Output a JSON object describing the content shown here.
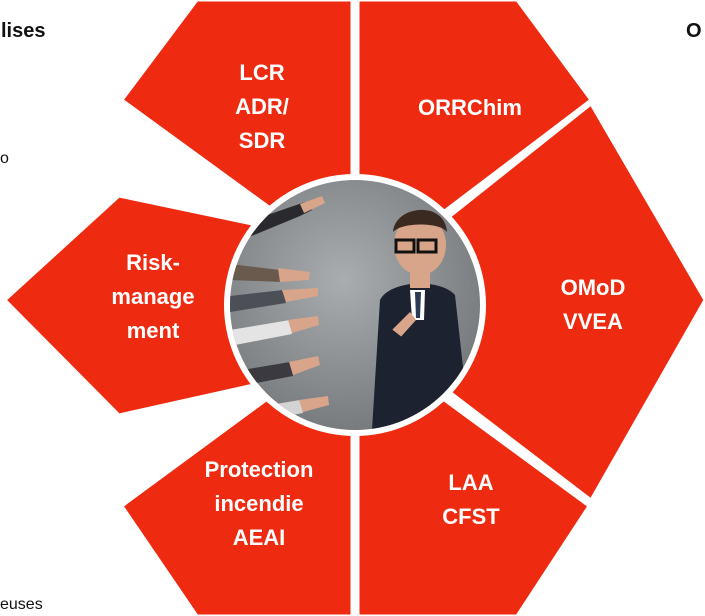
{
  "edge_texts": {
    "top_left": "lises",
    "small_left": "o",
    "top_right": "O",
    "bottom_left": "euses"
  },
  "colors": {
    "segment_fill": "#ee2a10",
    "segment_stroke": "#ffffff",
    "center_ring": "#ffffff",
    "photo_background": "#8e9294",
    "suit": "#1d2230",
    "skin": "#d9a58a"
  },
  "center_image": {
    "description_icon": "man-pointing-at-himself-with-pointing-hands-photo"
  },
  "segments": [
    {
      "id": "top-left",
      "lines": [
        "LCR",
        "ADR/",
        "SDR"
      ]
    },
    {
      "id": "top-right",
      "lines": [
        "ORRChim"
      ]
    },
    {
      "id": "right",
      "lines": [
        "OMoD",
        "VVEA"
      ]
    },
    {
      "id": "bottom-right",
      "lines": [
        "LAA",
        "CFST"
      ]
    },
    {
      "id": "bottom-left",
      "lines": [
        "Protection",
        "incendie",
        "AEAI"
      ]
    },
    {
      "id": "left",
      "lines": [
        "Risk-",
        "manage",
        "ment"
      ]
    }
  ]
}
